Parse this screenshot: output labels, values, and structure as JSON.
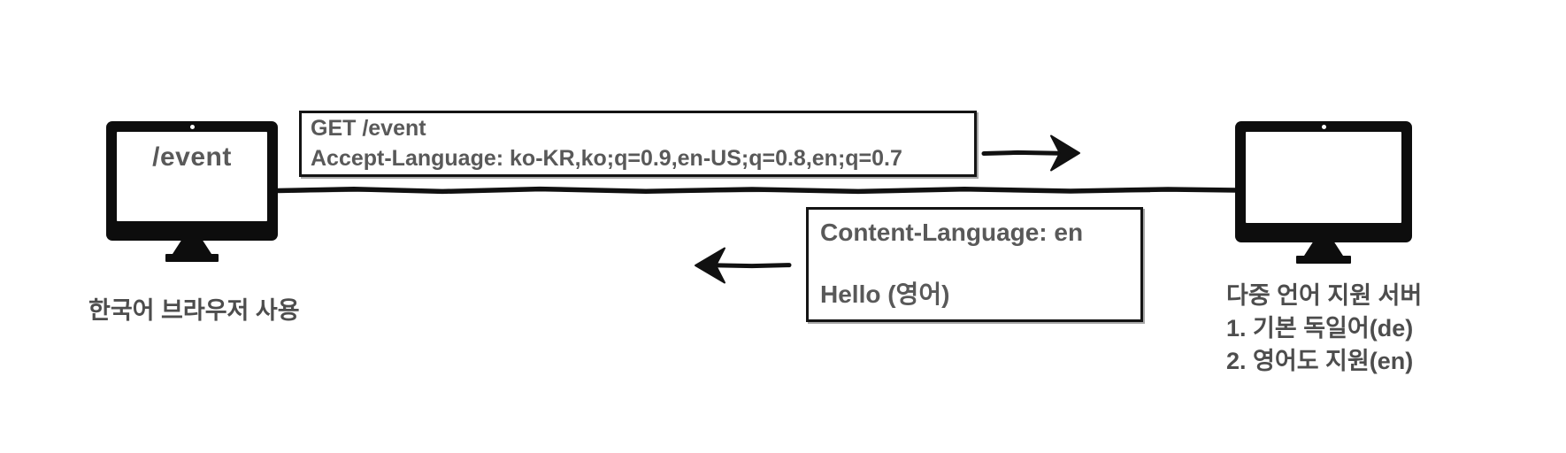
{
  "diagram": {
    "client": {
      "screen_label": "/event",
      "caption": "한국어 브라우저 사용"
    },
    "request": {
      "line1": "GET /event",
      "line2": "Accept-Language: ko-KR,ko;q=0.9,en-US;q=0.8,en;q=0.7"
    },
    "response": {
      "line1": "Content-Language: en",
      "line2": "Hello (영어)"
    },
    "server": {
      "caption": [
        "다중 언어 지원 서버",
        "1. 기본 독일어(de)",
        "2. 영어도 지원(en)"
      ]
    },
    "colors": {
      "ink": "#111111",
      "monitor_black": "#0d0d0d",
      "text_gray": "#595959",
      "caption_gray": "#4d4d4d",
      "background": "#ffffff"
    }
  }
}
